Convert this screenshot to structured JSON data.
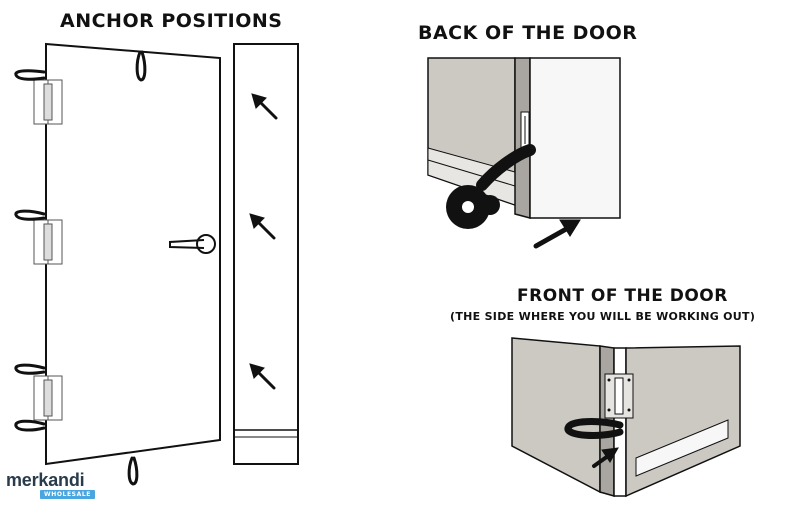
{
  "titles": {
    "anchor_positions": "ANCHOR POSITIONS",
    "back_of_door": "BACK OF THE DOOR",
    "front_of_door": "FRONT OF THE DOOR",
    "front_of_door_note": "(THE SIDE WHERE YOU WILL BE WORKING OUT)"
  },
  "watermark": {
    "brand": "merkandi",
    "badge": "WHOLESALE"
  },
  "colors": {
    "line": "#111111",
    "door_panel": "#ccc9c3",
    "door_panel_dark": "#a9a6a1",
    "logo_text": "#2a3b4c",
    "logo_badge": "#4aa6e0"
  }
}
